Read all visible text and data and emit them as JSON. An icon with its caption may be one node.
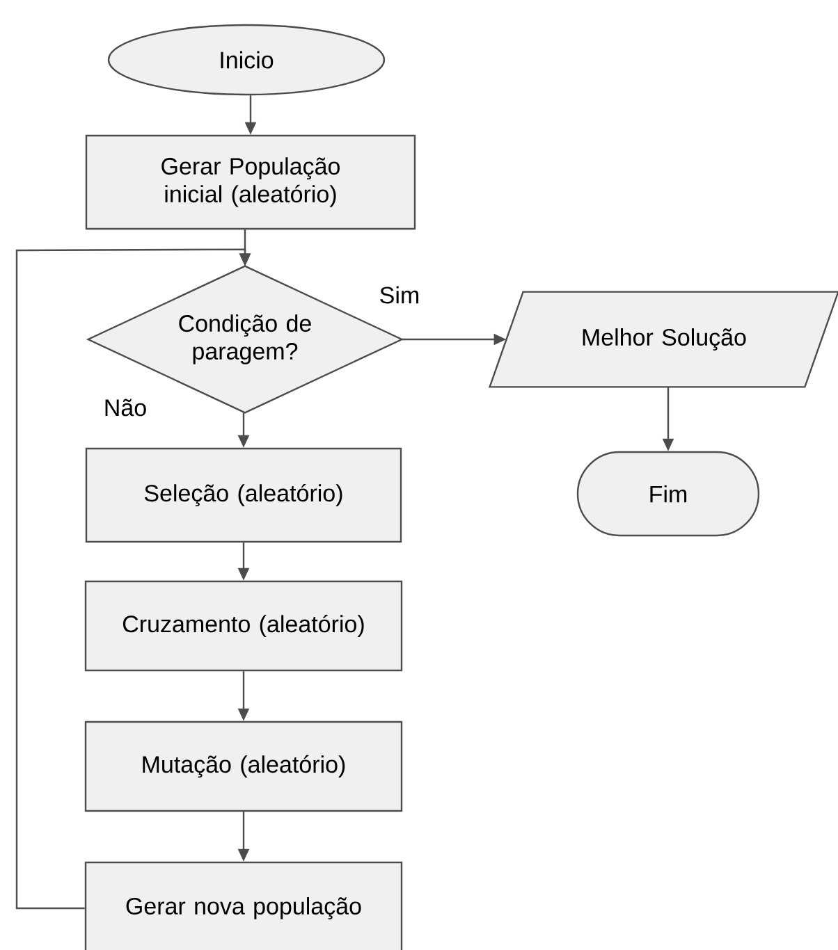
{
  "diagram": {
    "nodes": [
      {
        "text": [
          "Inicio"
        ]
      },
      {
        "text": [
          "Gerar População inicial (aleatório)"
        ]
      },
      {
        "text": [
          "Condição de paragem?"
        ]
      },
      {
        "text": [
          "Seleção (aleatório)"
        ]
      },
      {
        "text": [
          "Cruzamento (aleatório)"
        ]
      },
      {
        "text": [
          "Mutação (aleatório)"
        ]
      },
      {
        "text": [
          "Gerar nova população"
        ]
      },
      {
        "text": [
          "Melhor Solução"
        ]
      },
      {
        "text": [
          "Fim"
        ]
      }
    ],
    "edges": [
      {
        "from": 0,
        "to": 1,
        "arrow": "to"
      },
      {
        "from": 1,
        "to": 2,
        "arrow": "to"
      },
      {
        "from": 2,
        "to": 7,
        "arrow": "to",
        "label": "Sim"
      },
      {
        "from": 2,
        "to": 3,
        "arrow": "to",
        "label": "Não"
      },
      {
        "from": 3,
        "to": 4,
        "arrow": "to"
      },
      {
        "from": 4,
        "to": 5,
        "arrow": "to"
      },
      {
        "from": 5,
        "to": 6,
        "arrow": "to"
      },
      {
        "from": 6,
        "to": 2,
        "arrow": "to"
      },
      {
        "from": 7,
        "to": 8,
        "arrow": "to"
      }
    ]
  }
}
